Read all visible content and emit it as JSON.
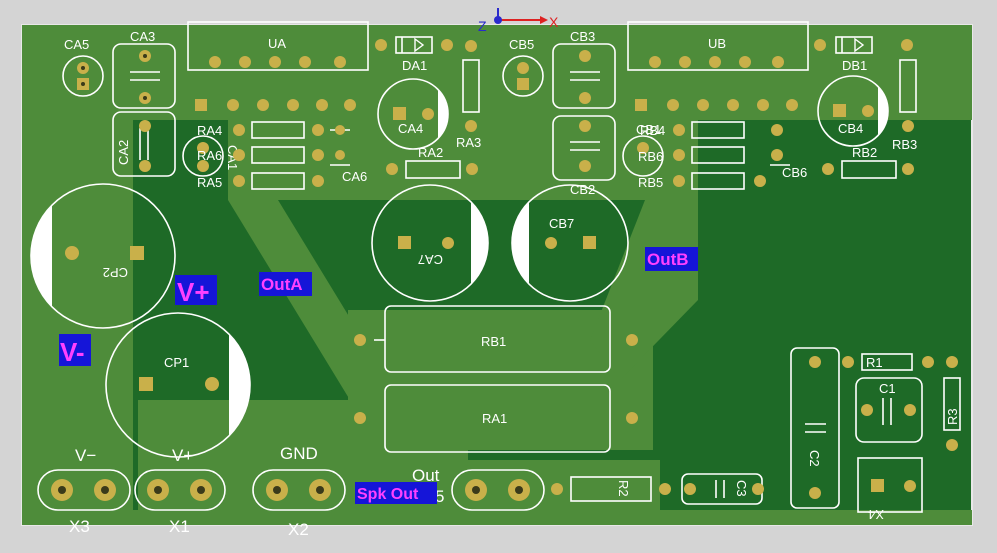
{
  "axes": {
    "z": "Z",
    "x": "X"
  },
  "colors": {
    "background": "#d4d4d4",
    "board_dark": "#1e6a27",
    "copper_light": "#4e8c3a",
    "silkscreen": "#ffffff",
    "pad_gold": "#c9b04a",
    "net_label_bg": "#1515d8",
    "net_label_text": "#ff40ff"
  },
  "components": {
    "CA5": "CA5",
    "CA3": "CA3",
    "UA": "UA",
    "DA1": "DA1",
    "CB5": "CB5",
    "CB3": "CB3",
    "UB": "UB",
    "DB1": "DB1",
    "CA2": "CA2",
    "RA4": "RA4",
    "RA6": "RA6",
    "CA1": "CA1",
    "RA5": "RA5",
    "CA4": "CA4",
    "RA3": "RA3",
    "RA2": "RA2",
    "CA6": "CA6",
    "CB2": "CB2",
    "CB1": "CB1",
    "RB4": "RB4",
    "RB6": "RB6",
    "RB5": "RB5",
    "CB6": "CB6",
    "CB4": "CB4",
    "RB2": "RB2",
    "RB3": "RB3",
    "CP2": "CP2",
    "CA7": "CA7",
    "CB7": "CB7",
    "CP1": "CP1",
    "RB1": "RB1",
    "RA1": "RA1",
    "R1": "R1",
    "C1": "C1",
    "R3": "R3",
    "C2": "C2",
    "X4": "X4",
    "R2": "R2",
    "C3": "C3",
    "X3": "X3",
    "X1": "X1",
    "X2": "X2"
  },
  "connector_labels": {
    "vminus": "V−",
    "vplus": "V+",
    "gnd": "GND",
    "out": "Out",
    "out_num": "5"
  },
  "net_labels": {
    "vplus": "V+",
    "vminus": "V-",
    "outA": "OutA",
    "outB": "OutB",
    "spk_out": "Spk Out"
  }
}
